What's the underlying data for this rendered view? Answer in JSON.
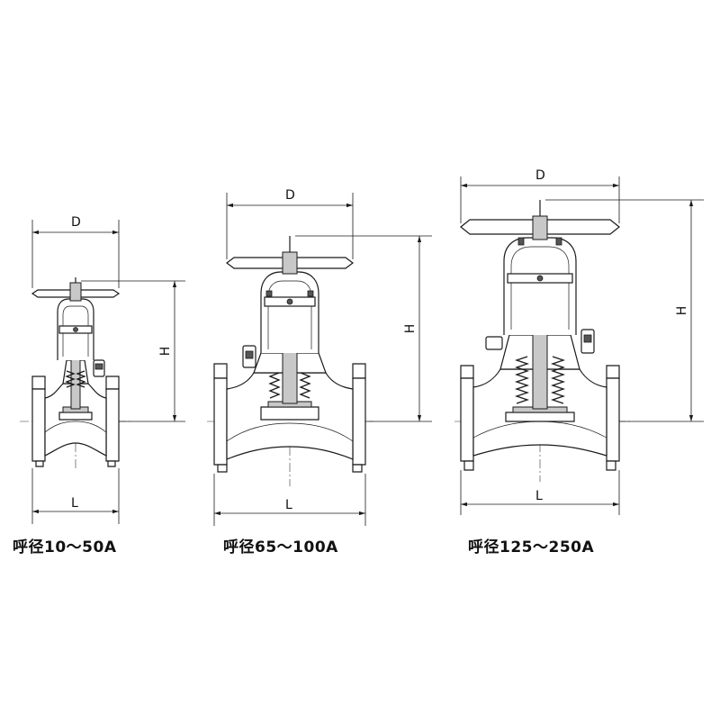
{
  "dimension_labels": {
    "handwheel_diameter": "D",
    "height": "H",
    "face_to_face_length": "L"
  },
  "figures": [
    {
      "caption": "呼径10〜50A"
    },
    {
      "caption": "呼径65〜100A"
    },
    {
      "caption": "呼径125〜250A"
    }
  ]
}
